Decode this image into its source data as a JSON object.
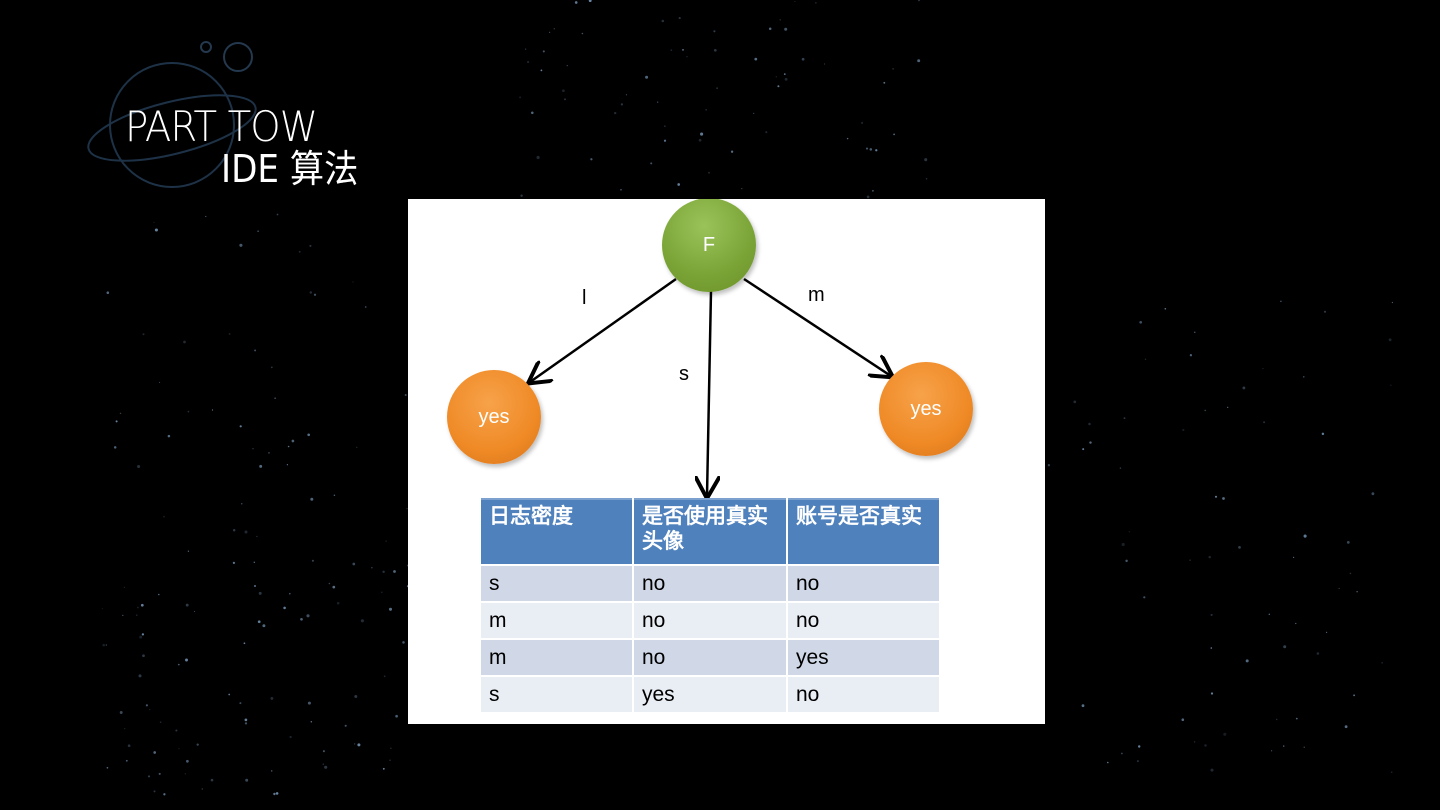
{
  "slide": {
    "title_main": "PART TOW",
    "title_sub": "IDE 算法"
  },
  "tree": {
    "root": "F",
    "left_leaf": "yes",
    "right_leaf": "yes",
    "edge_left": "l",
    "edge_middle": "s",
    "edge_right": "m"
  },
  "table": {
    "headers": [
      "日志密度",
      "是否使用真实头像",
      "账号是否真实"
    ],
    "rows": [
      [
        "s",
        "no",
        "no"
      ],
      [
        "m",
        "no",
        "no"
      ],
      [
        "m",
        "no",
        "yes"
      ],
      [
        "s",
        "yes",
        "no"
      ]
    ]
  },
  "colors": {
    "background": "#000000",
    "root_node": "#7aa336",
    "leaf_node": "#ef8a26",
    "table_header": "#4f81bd",
    "row_odd": "#d0d8e8",
    "row_even": "#e9edf4"
  }
}
